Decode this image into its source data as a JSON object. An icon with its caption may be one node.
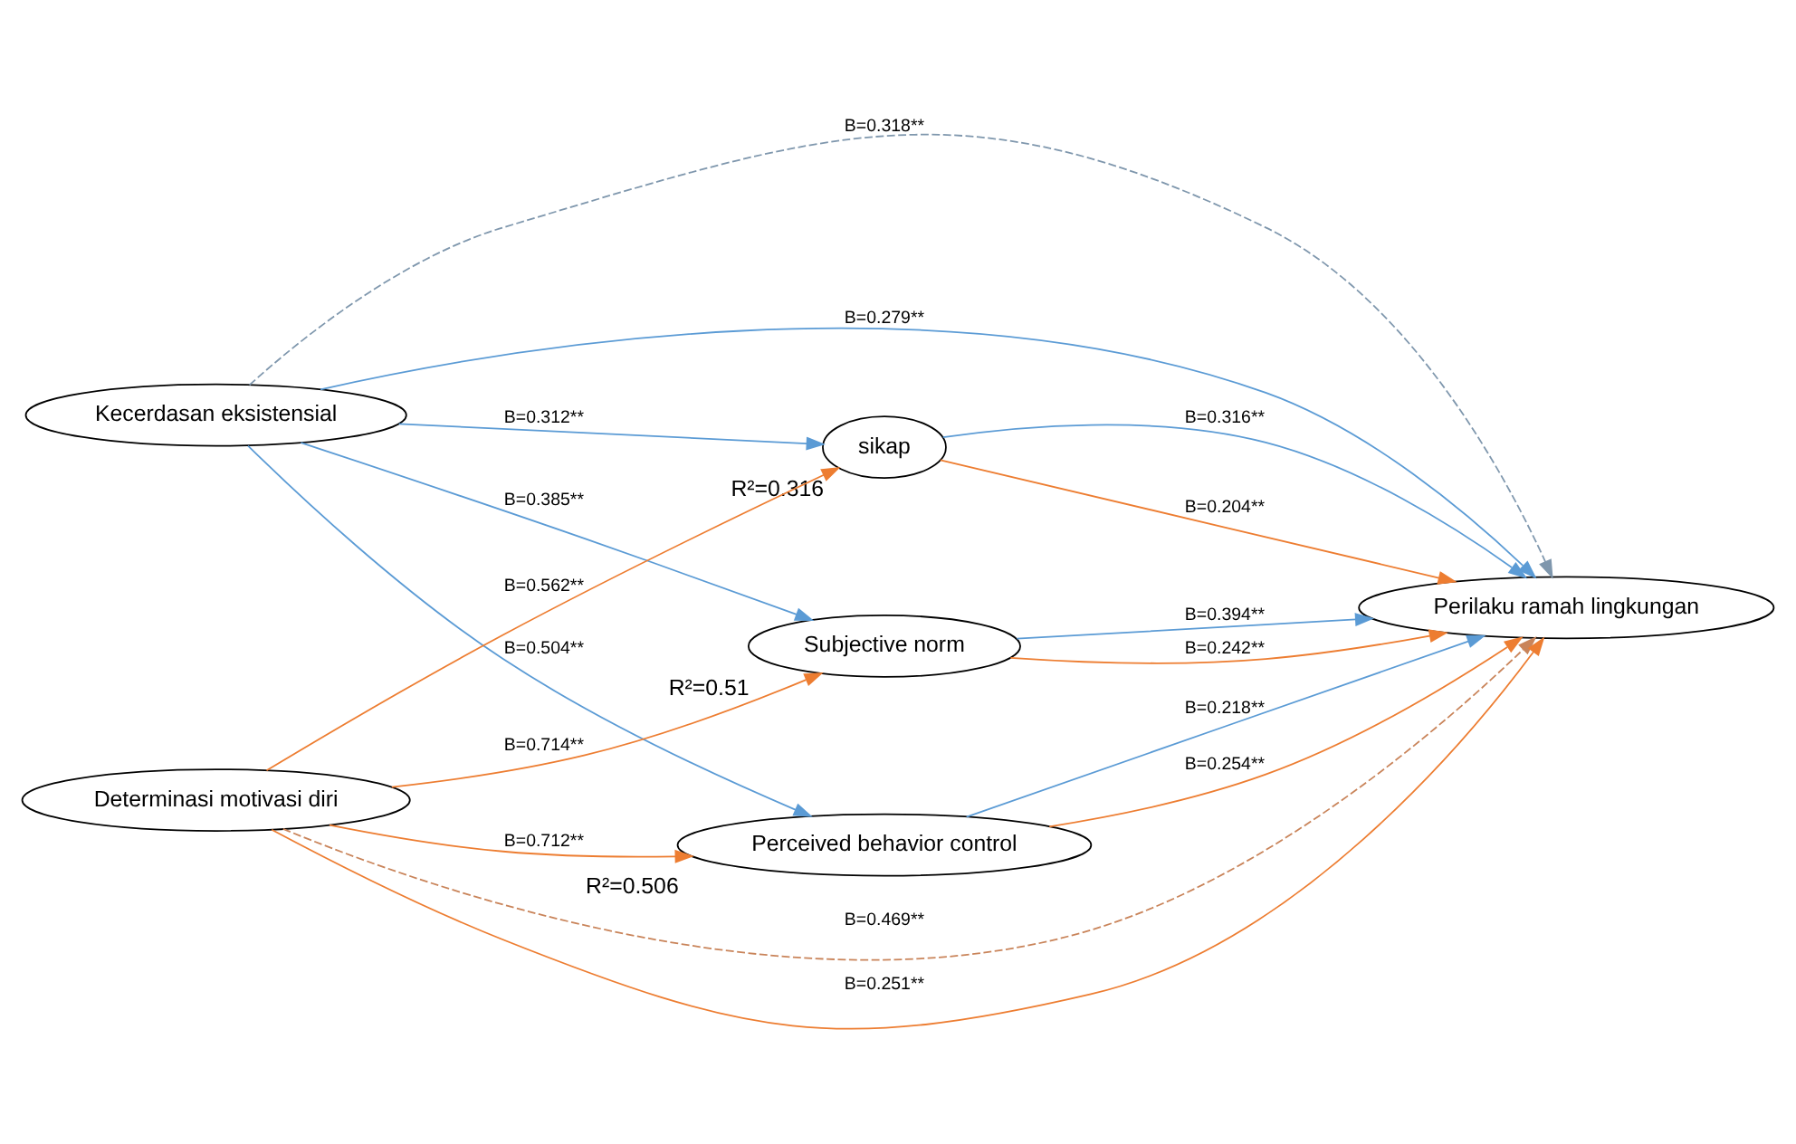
{
  "diagram": {
    "nodes": [
      {
        "text": [
          "Kecerdasan eksistensial"
        ]
      },
      {
        "text": [
          "Determinasi motivasi diri"
        ]
      },
      {
        "text": [
          "sikap"
        ],
        "beside": [
          "R²=0.316"
        ]
      },
      {
        "text": [
          "Subjective norm"
        ],
        "beside": [
          "R²=0.51"
        ]
      },
      {
        "text": [
          "Perceived behavior control"
        ],
        "beside": [
          "R²=0.506"
        ]
      },
      {
        "text": [
          "Perilaku ramah lingkungan"
        ]
      }
    ],
    "edges": [
      {
        "from": 0,
        "to": 2,
        "arrow": "to",
        "label": "B=0.312**",
        "color": "#5b9bd5"
      },
      {
        "from": 0,
        "to": 3,
        "arrow": "to",
        "label": "B=0.385**",
        "color": "#5b9bd5"
      },
      {
        "from": 0,
        "to": 4,
        "arrow": "to",
        "label": "B=0.504**",
        "color": "#5b9bd5"
      },
      {
        "from": 0,
        "to": 5,
        "arrow": "to",
        "label": "B=0.318**",
        "style": "dashed",
        "color": "#7f97ad"
      },
      {
        "from": 0,
        "to": 5,
        "arrow": "to",
        "label": "B=0.279**",
        "color": "#5b9bd5"
      },
      {
        "from": 1,
        "to": 2,
        "arrow": "to",
        "label": "B=0.562**",
        "color": "#ed7d31"
      },
      {
        "from": 1,
        "to": 3,
        "arrow": "to",
        "label": "B=0.714**",
        "color": "#ed7d31"
      },
      {
        "from": 1,
        "to": 4,
        "arrow": "to",
        "label": "B=0.712**",
        "color": "#ed7d31"
      },
      {
        "from": 1,
        "to": 5,
        "arrow": "to",
        "label": "B=0.469**",
        "style": "dashed",
        "color": "#c9845a"
      },
      {
        "from": 1,
        "to": 5,
        "arrow": "to",
        "label": "B=0.251**",
        "color": "#ed7d31"
      },
      {
        "from": 2,
        "to": 5,
        "arrow": "to",
        "label": "B=0.316**",
        "color": "#5b9bd5"
      },
      {
        "from": 2,
        "to": 5,
        "arrow": "to",
        "label": "B=0.204**",
        "color": "#ed7d31"
      },
      {
        "from": 3,
        "to": 5,
        "arrow": "to",
        "label": "B=0.394**",
        "color": "#5b9bd5"
      },
      {
        "from": 3,
        "to": 5,
        "arrow": "to",
        "label": "B=0.242**",
        "color": "#ed7d31"
      },
      {
        "from": 4,
        "to": 5,
        "arrow": "to",
        "label": "B=0.218**",
        "color": "#5b9bd5"
      },
      {
        "from": 4,
        "to": 5,
        "arrow": "to",
        "label": "B=0.254**",
        "color": "#ed7d31"
      }
    ]
  }
}
